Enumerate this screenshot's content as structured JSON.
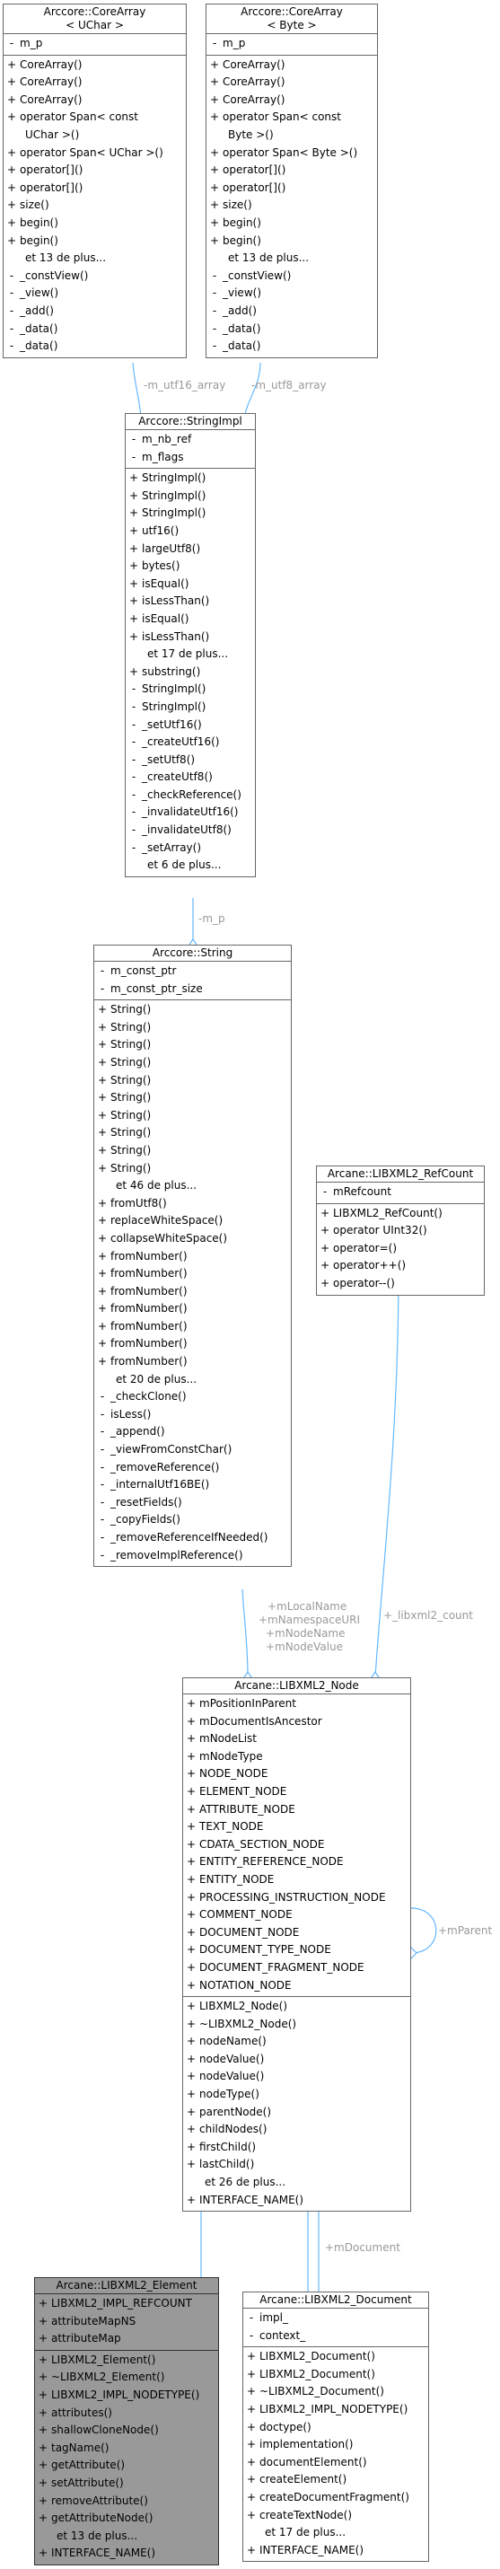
{
  "classes": {
    "core_uchar": {
      "title": [
        "Arccore::CoreArray",
        "< UChar >"
      ],
      "sections": [
        [
          [
            "-",
            "m_p"
          ]
        ],
        [
          [
            "+",
            "CoreArray()"
          ],
          [
            "+",
            "CoreArray()"
          ],
          [
            "+",
            "CoreArray()"
          ],
          [
            "+",
            "operator Span< const"
          ],
          [
            "",
            "UChar >()"
          ],
          [
            "+",
            "operator Span< UChar >()"
          ],
          [
            "+",
            "operator[]()"
          ],
          [
            "+",
            "operator[]()"
          ],
          [
            "+",
            "size()"
          ],
          [
            "+",
            "begin()"
          ],
          [
            "+",
            "begin()"
          ],
          [
            "",
            "et 13 de plus..."
          ],
          [
            "-",
            "_constView()"
          ],
          [
            "-",
            "_view()"
          ],
          [
            "-",
            "_add()"
          ],
          [
            "-",
            "_data()"
          ],
          [
            "-",
            "_data()"
          ]
        ]
      ]
    },
    "core_byte": {
      "title": [
        "Arccore::CoreArray",
        "< Byte >"
      ],
      "sections": [
        [
          [
            "-",
            "m_p"
          ]
        ],
        [
          [
            "+",
            "CoreArray()"
          ],
          [
            "+",
            "CoreArray()"
          ],
          [
            "+",
            "CoreArray()"
          ],
          [
            "+",
            "operator Span< const"
          ],
          [
            "",
            "Byte >()"
          ],
          [
            "+",
            "operator Span< Byte >()"
          ],
          [
            "+",
            "operator[]()"
          ],
          [
            "+",
            "operator[]()"
          ],
          [
            "+",
            "size()"
          ],
          [
            "+",
            "begin()"
          ],
          [
            "+",
            "begin()"
          ],
          [
            "",
            "et 13 de plus..."
          ],
          [
            "-",
            "_constView()"
          ],
          [
            "-",
            "_view()"
          ],
          [
            "-",
            "_add()"
          ],
          [
            "-",
            "_data()"
          ],
          [
            "-",
            "_data()"
          ]
        ]
      ]
    },
    "string_impl": {
      "title": [
        "Arccore::StringImpl"
      ],
      "sections": [
        [
          [
            "-",
            "m_nb_ref"
          ],
          [
            "-",
            "m_flags"
          ]
        ],
        [
          [
            "+",
            "StringImpl()"
          ],
          [
            "+",
            "StringImpl()"
          ],
          [
            "+",
            "StringImpl()"
          ],
          [
            "+",
            "utf16()"
          ],
          [
            "+",
            "largeUtf8()"
          ],
          [
            "+",
            "bytes()"
          ],
          [
            "+",
            "isEqual()"
          ],
          [
            "+",
            "isLessThan()"
          ],
          [
            "+",
            "isEqual()"
          ],
          [
            "+",
            "isLessThan()"
          ],
          [
            "",
            "et 17 de plus..."
          ],
          [
            "+",
            "substring()"
          ],
          [
            "-",
            "StringImpl()"
          ],
          [
            "-",
            "StringImpl()"
          ],
          [
            "-",
            "_setUtf16()"
          ],
          [
            "-",
            "_createUtf16()"
          ],
          [
            "-",
            "_setUtf8()"
          ],
          [
            "-",
            "_createUtf8()"
          ],
          [
            "-",
            "_checkReference()"
          ],
          [
            "-",
            "_invalidateUtf16()"
          ],
          [
            "-",
            "_invalidateUtf8()"
          ],
          [
            "-",
            "_setArray()"
          ],
          [
            "",
            "et 6 de plus..."
          ]
        ]
      ]
    },
    "string": {
      "title": [
        "Arccore::String"
      ],
      "sections": [
        [
          [
            "-",
            "m_const_ptr"
          ],
          [
            "-",
            "m_const_ptr_size"
          ]
        ],
        [
          [
            "+",
            "String()"
          ],
          [
            "+",
            "String()"
          ],
          [
            "+",
            "String()"
          ],
          [
            "+",
            "String()"
          ],
          [
            "+",
            "String()"
          ],
          [
            "+",
            "String()"
          ],
          [
            "+",
            "String()"
          ],
          [
            "+",
            "String()"
          ],
          [
            "+",
            "String()"
          ],
          [
            "+",
            "String()"
          ],
          [
            "",
            "et 46 de plus..."
          ],
          [
            "+",
            "fromUtf8()"
          ],
          [
            "+",
            "replaceWhiteSpace()"
          ],
          [
            "+",
            "collapseWhiteSpace()"
          ],
          [
            "+",
            "fromNumber()"
          ],
          [
            "+",
            "fromNumber()"
          ],
          [
            "+",
            "fromNumber()"
          ],
          [
            "+",
            "fromNumber()"
          ],
          [
            "+",
            "fromNumber()"
          ],
          [
            "+",
            "fromNumber()"
          ],
          [
            "+",
            "fromNumber()"
          ],
          [
            "",
            "et 20 de plus..."
          ],
          [
            "-",
            "_checkClone()"
          ],
          [
            "-",
            "isLess()"
          ],
          [
            "-",
            "_append()"
          ],
          [
            "-",
            "_viewFromConstChar()"
          ],
          [
            "-",
            "_removeReference()"
          ],
          [
            "-",
            "_internalUtf16BE()"
          ],
          [
            "-",
            "_resetFields()"
          ],
          [
            "-",
            "_copyFields()"
          ],
          [
            "-",
            "_removeReferenceIfNeeded()"
          ],
          [
            "-",
            "_removeImplReference()"
          ]
        ]
      ]
    },
    "refcount": {
      "title": [
        "Arcane::LIBXML2_RefCount"
      ],
      "sections": [
        [
          [
            "-",
            "mRefcount"
          ]
        ],
        [
          [
            "+",
            "LIBXML2_RefCount()"
          ],
          [
            "+",
            "operator UInt32()"
          ],
          [
            "+",
            "operator=()"
          ],
          [
            "+",
            "operator++()"
          ],
          [
            "+",
            "operator--()"
          ]
        ]
      ]
    },
    "node": {
      "title": [
        "Arcane::LIBXML2_Node"
      ],
      "sections": [
        [
          [
            "+",
            "mPositionInParent"
          ],
          [
            "+",
            "mDocumentIsAncestor"
          ],
          [
            "+",
            "mNodeList"
          ],
          [
            "+",
            "mNodeType"
          ],
          [
            "+",
            "NODE_NODE"
          ],
          [
            "+",
            "ELEMENT_NODE"
          ],
          [
            "+",
            "ATTRIBUTE_NODE"
          ],
          [
            "+",
            "TEXT_NODE"
          ],
          [
            "+",
            "CDATA_SECTION_NODE"
          ],
          [
            "+",
            "ENTITY_REFERENCE_NODE"
          ],
          [
            "+",
            "ENTITY_NODE"
          ],
          [
            "+",
            "PROCESSING_INSTRUCTION_NODE"
          ],
          [
            "+",
            "COMMENT_NODE"
          ],
          [
            "+",
            "DOCUMENT_NODE"
          ],
          [
            "+",
            "DOCUMENT_TYPE_NODE"
          ],
          [
            "+",
            "DOCUMENT_FRAGMENT_NODE"
          ],
          [
            "+",
            "NOTATION_NODE"
          ]
        ],
        [
          [
            "+",
            "LIBXML2_Node()"
          ],
          [
            "+",
            "~LIBXML2_Node()"
          ],
          [
            "+",
            "nodeName()"
          ],
          [
            "+",
            "nodeValue()"
          ],
          [
            "+",
            "nodeValue()"
          ],
          [
            "+",
            "nodeType()"
          ],
          [
            "+",
            "parentNode()"
          ],
          [
            "+",
            "childNodes()"
          ],
          [
            "+",
            "firstChild()"
          ],
          [
            "+",
            "lastChild()"
          ],
          [
            "",
            "et 26 de plus..."
          ],
          [
            "+",
            "INTERFACE_NAME()"
          ]
        ]
      ]
    },
    "element": {
      "title": [
        "Arcane::LIBXML2_Element"
      ],
      "sections": [
        [
          [
            "+",
            "LIBXML2_IMPL_REFCOUNT"
          ],
          [
            "+",
            "attributeMapNS"
          ],
          [
            "+",
            "attributeMap"
          ]
        ],
        [
          [
            "+",
            "LIBXML2_Element()"
          ],
          [
            "+",
            "~LIBXML2_Element()"
          ],
          [
            "+",
            "LIBXML2_IMPL_NODETYPE()"
          ],
          [
            "+",
            "attributes()"
          ],
          [
            "+",
            "shallowCloneNode()"
          ],
          [
            "+",
            "tagName()"
          ],
          [
            "+",
            "getAttribute()"
          ],
          [
            "+",
            "setAttribute()"
          ],
          [
            "+",
            "removeAttribute()"
          ],
          [
            "+",
            "getAttributeNode()"
          ],
          [
            "",
            "et 13 de plus..."
          ],
          [
            "+",
            "INTERFACE_NAME()"
          ]
        ]
      ]
    },
    "document": {
      "title": [
        "Arcane::LIBXML2_Document"
      ],
      "sections": [
        [
          [
            "-",
            "impl_"
          ],
          [
            "-",
            "context_"
          ]
        ],
        [
          [
            "+",
            "LIBXML2_Document()"
          ],
          [
            "+",
            "LIBXML2_Document()"
          ],
          [
            "+",
            "~LIBXML2_Document()"
          ],
          [
            "+",
            "LIBXML2_IMPL_NODETYPE()"
          ],
          [
            "+",
            "doctype()"
          ],
          [
            "+",
            "implementation()"
          ],
          [
            "+",
            "documentElement()"
          ],
          [
            "+",
            "createElement()"
          ],
          [
            "+",
            "createDocumentFragment()"
          ],
          [
            "+",
            "createTextNode()"
          ],
          [
            "",
            "et 17 de plus..."
          ],
          [
            "+",
            "INTERFACE_NAME()"
          ]
        ]
      ]
    }
  },
  "edge_labels": {
    "utf16_array": "-m_utf16_array",
    "utf8_array": "-m_utf8_array",
    "m_p": "-m_p",
    "string_members": [
      "+mLocalName",
      "+mNamespaceURI",
      "+mNodeName",
      "+mNodeValue"
    ],
    "libxml2_count": "+_libxml2_count",
    "m_parent": "+mParent",
    "m_document": "+mDocument"
  },
  "colors": {
    "edge": "#63b8ff",
    "label": "#999999",
    "box_border": "#666666",
    "highlight_fill": "#999999"
  }
}
